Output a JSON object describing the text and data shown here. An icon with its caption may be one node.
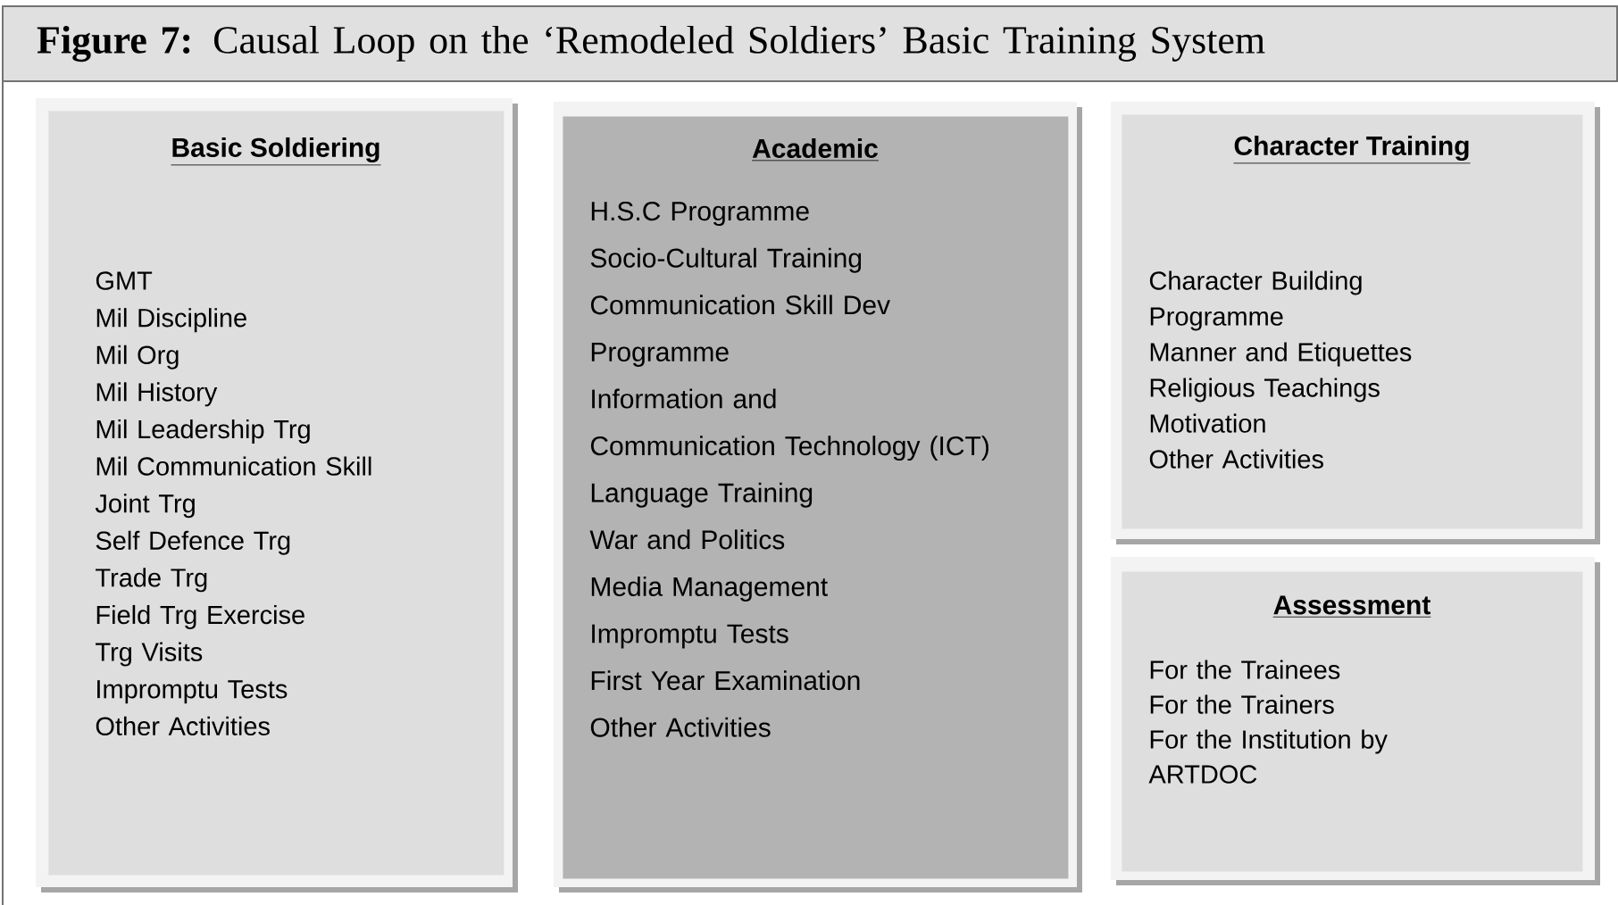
{
  "diagram": {
    "title": "**Figure 7:** Causal Loop on the ‘Remodeled Soldiers’ Basic Training System",
    "nodes": [
      {
        "text": [
          "Basic Soldiering",
          "GMT",
          "Mil Discipline",
          "Mil Org",
          "Mil History",
          "Mil Leadership Trg",
          "Mil Communication Skill",
          "Joint Trg",
          "Self Defence Trg",
          "Trade Trg",
          "Field Trg Exercise",
          "Trg Visits",
          "Impromptu Tests",
          "Other Activities"
        ]
      },
      {
        "text": [
          "Academic",
          "H.S.C Programme",
          "Socio-Cultural Training",
          "Communication Skill Dev Programme",
          "Information and Communication Technology (ICT)",
          "Language Training",
          "War and Politics",
          "Media Management",
          "Impromptu Tests",
          "First Year Examination",
          "Other Activities"
        ]
      },
      {
        "text": [
          "Character Training",
          "Character Building Programme",
          "Manner and Etiquettes",
          "Religious Teachings",
          "Motivation",
          "Other Activities"
        ]
      },
      {
        "text": [
          "Assessment",
          "For the Trainees",
          "For the Trainers",
          "For the Institution by ARTDOC"
        ]
      }
    ]
  }
}
